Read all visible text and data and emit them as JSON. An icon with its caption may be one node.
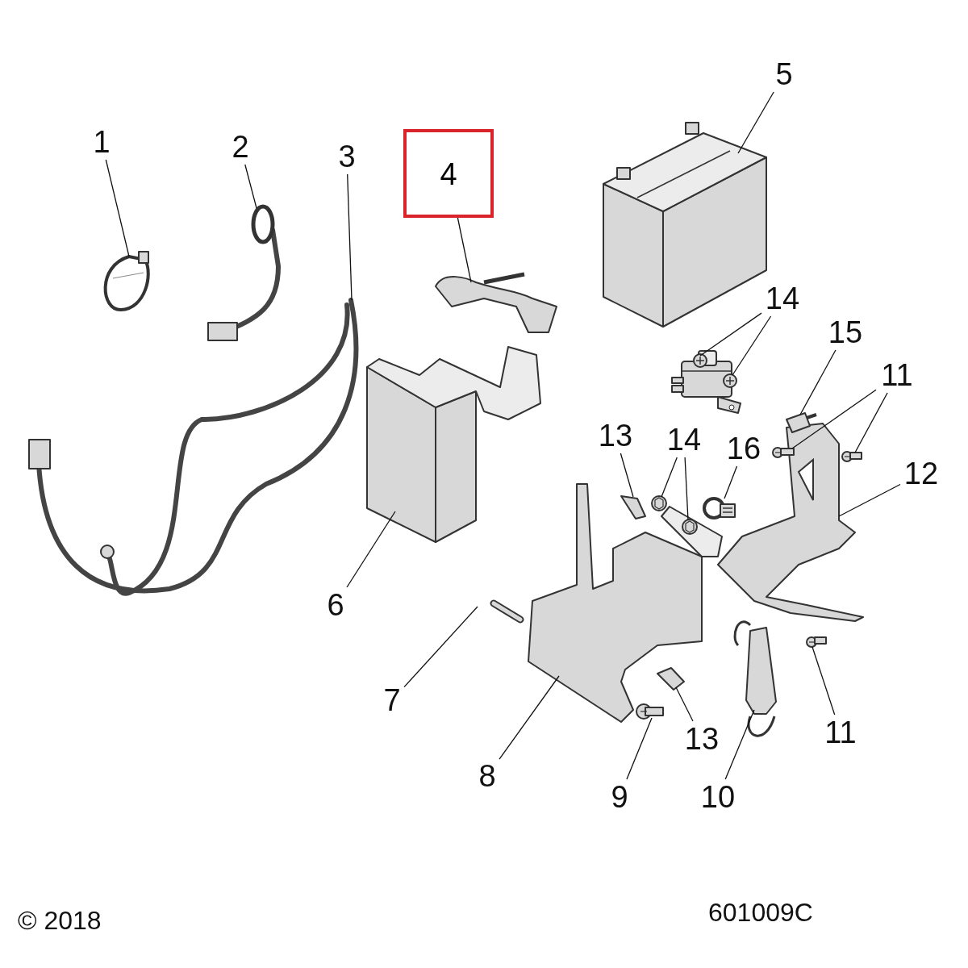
{
  "diagram": {
    "nodes": [
      {
        "text": [
          "5"
        ]
      },
      {
        "text": [
          "1"
        ]
      },
      {
        "text": [
          "2"
        ]
      },
      {
        "text": [
          "3"
        ]
      },
      {
        "text": [
          "4"
        ]
      },
      {
        "text": [
          "14"
        ]
      },
      {
        "text": [
          "15"
        ]
      },
      {
        "text": [
          "11"
        ]
      },
      {
        "text": [
          "13"
        ]
      },
      {
        "text": [
          "14"
        ]
      },
      {
        "text": [
          "16"
        ]
      },
      {
        "text": [
          "12"
        ]
      },
      {
        "text": [
          "6"
        ]
      },
      {
        "text": [
          "7"
        ]
      },
      {
        "text": [
          "11"
        ]
      },
      {
        "text": [
          "8"
        ]
      },
      {
        "text": [
          "13"
        ]
      },
      {
        "text": [
          "9"
        ]
      },
      {
        "text": [
          "10"
        ]
      },
      {
        "text": [],
        "shape": "picture"
      },
      {
        "text": [],
        "shape": "picture"
      },
      {
        "text": [],
        "shape": "picture"
      },
      {
        "text": [],
        "shape": "picture"
      },
      {
        "text": [],
        "shape": "picture"
      },
      {
        "text": [],
        "shape": "picture"
      },
      {
        "text": [],
        "shape": "picture"
      },
      {
        "text": [],
        "shape": "picture"
      },
      {
        "text": [],
        "shape": "picture"
      },
      {
        "text": [],
        "shape": "picture"
      },
      {
        "text": [],
        "shape": "picture"
      },
      {
        "text": [],
        "shape": "picture"
      },
      {
        "text": [],
        "shape": "picture"
      },
      {
        "text": [],
        "shape": "picture"
      },
      {
        "text": [],
        "shape": "picture"
      },
      {
        "text": [],
        "shape": "picture"
      },
      {
        "text": [],
        "shape": "picture"
      },
      {
        "text": [],
        "shape": "picture"
      },
      {
        "text": [],
        "shape": "picture"
      },
      {
        "text": [],
        "shape": "picture"
      },
      {
        "text": [],
        "shape": "picture"
      },
      {
        "text": [],
        "shape": "picture"
      }
    ],
    "edges": [
      {
        "from": 0,
        "to": 19,
        "arrow": "none"
      },
      {
        "from": 1,
        "to": 20,
        "arrow": "none"
      },
      {
        "from": 2,
        "to": 21,
        "arrow": "none"
      },
      {
        "from": 3,
        "to": 22,
        "arrow": "none"
      },
      {
        "from": 4,
        "to": 23,
        "arrow": "none"
      },
      {
        "from": 5,
        "to": 24,
        "arrow": "none"
      },
      {
        "from": 5,
        "to": 25,
        "arrow": "none"
      },
      {
        "from": 6,
        "to": 26,
        "arrow": "none"
      },
      {
        "from": 7,
        "to": 27,
        "arrow": "none"
      },
      {
        "from": 7,
        "to": 28,
        "arrow": "none"
      },
      {
        "from": 8,
        "to": 29,
        "arrow": "none"
      },
      {
        "from": 9,
        "to": 30,
        "arrow": "none"
      },
      {
        "from": 9,
        "to": 31,
        "arrow": "none"
      },
      {
        "from": 10,
        "to": 32,
        "arrow": "none"
      },
      {
        "from": 11,
        "to": 33,
        "arrow": "none"
      },
      {
        "from": 12,
        "to": 34,
        "arrow": "none"
      },
      {
        "from": 13,
        "to": 35,
        "arrow": "none"
      },
      {
        "from": 14,
        "to": 36,
        "arrow": "none"
      },
      {
        "from": 15,
        "to": 37,
        "arrow": "none"
      },
      {
        "from": 16,
        "to": 38,
        "arrow": "none"
      },
      {
        "from": 17,
        "to": 39,
        "arrow": "none"
      },
      {
        "from": 18,
        "to": 40,
        "arrow": "none"
      }
    ],
    "labels": [
      "© 2018",
      "601009C"
    ]
  }
}
